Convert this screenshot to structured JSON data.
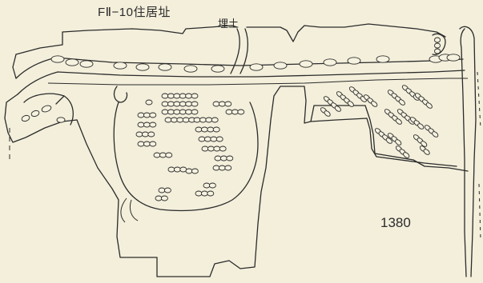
{
  "labels": {
    "title": "FⅡ−10住居址",
    "soil": "埋土",
    "figure_number": "1380"
  },
  "colors": {
    "paper": "#f3efdb",
    "ink": "#2b2b2b",
    "bead_fill": "#f6f2e0"
  },
  "description": {
    "kind": "archaeological line drawing",
    "elements": [
      "dwelling-site outline",
      "fill soil layer",
      "stone cluster group A",
      "stone cluster group B",
      "vertical post stake"
    ]
  }
}
